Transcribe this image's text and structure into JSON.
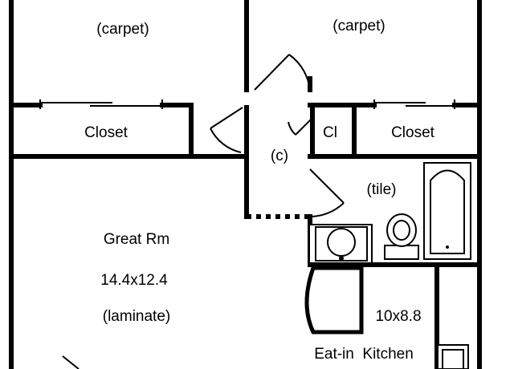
{
  "rooms": {
    "bedroom_left_floor": "(carpet)",
    "bedroom_right_floor": "(carpet)",
    "closet_left": "Closet",
    "closet_right": "Closet",
    "linen_closet": "Cl",
    "hall_closet": "(c)",
    "bath_floor": "(tile)",
    "great_room_name": "Great Rm",
    "great_room_size": "14.4x12.4",
    "great_room_floor": "(laminate)",
    "kitchen_size": "10x8.8",
    "kitchen_name": "Eat-in  Kitchen"
  }
}
